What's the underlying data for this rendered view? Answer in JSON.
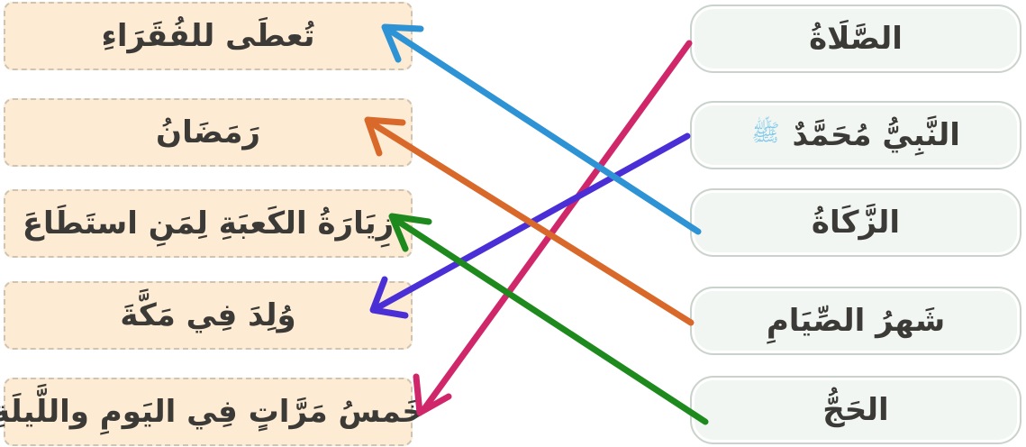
{
  "answers": [
    "تُعطَى للفُقَرَاءِ",
    "رَمَضَانُ",
    "زِيَارَةُ الكَعبَةِ لِمَنِ استَطَاعَ",
    "وُلِدَ فِي مَكَّةَ",
    "خَمسُ مَرَّاتٍ فِي اليَومِ واللَّيلَةِ"
  ],
  "questions": [
    "الصَّلَاةُ",
    "النَّبِيُّ مُحَمَّدٌ",
    "الزَّكَاةُ",
    "شَهرُ الصِّيَامِ",
    "الحَجُّ"
  ],
  "honorific_symbol": "ﷺ",
  "arrow_colors": {
    "salah": "#d0276b",
    "prophet": "#4a2fd6",
    "zakah": "#2e93d4",
    "siyam": "#d8692a",
    "hajj": "#1e8a1e"
  }
}
